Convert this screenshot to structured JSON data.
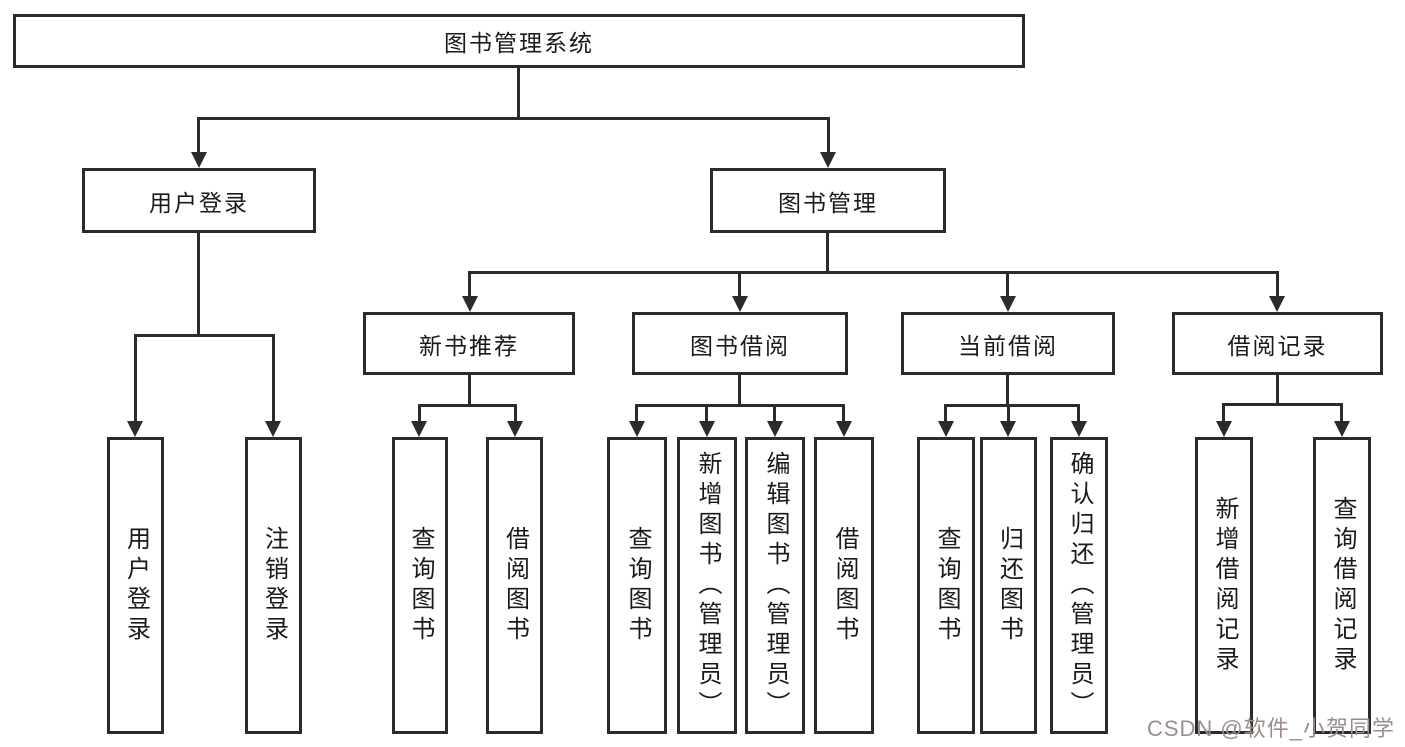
{
  "tree": {
    "root": {
      "label": "图书管理系统",
      "children": [
        {
          "label": "用户登录",
          "children": [
            {
              "label": "用户登录"
            },
            {
              "label": "注销登录"
            }
          ]
        },
        {
          "label": "图书管理",
          "children": [
            {
              "label": "新书推荐",
              "children": [
                {
                  "label": "查询图书"
                },
                {
                  "label": "借阅图书"
                }
              ]
            },
            {
              "label": "图书借阅",
              "children": [
                {
                  "label": "查询图书"
                },
                {
                  "label": "新增图书（管理员）"
                },
                {
                  "label": "编辑图书（管理员）"
                },
                {
                  "label": "借阅图书"
                }
              ]
            },
            {
              "label": "当前借阅",
              "children": [
                {
                  "label": "查询图书"
                },
                {
                  "label": "归还图书"
                },
                {
                  "label": "确认归还（管理员）"
                }
              ]
            },
            {
              "label": "借阅记录",
              "children": [
                {
                  "label": "新增借阅记录"
                },
                {
                  "label": "查询借阅记录"
                }
              ]
            }
          ]
        }
      ]
    }
  },
  "watermark": {
    "text": "CSDN @软件_小贺同学"
  },
  "colors": {
    "line": "#2b2b2b",
    "text": "#1a1a1a",
    "watermark": "#9c8d8d",
    "background": "#ffffff"
  }
}
